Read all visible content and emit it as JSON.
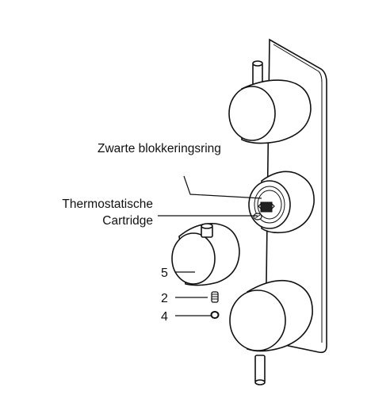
{
  "labels": {
    "blocking_ring": "Zwarte blokkeringsring",
    "cartridge_line1": "Thermostatische",
    "cartridge_line2": "Cartridge",
    "part_5": "5",
    "part_2": "2",
    "part_4": "4"
  }
}
